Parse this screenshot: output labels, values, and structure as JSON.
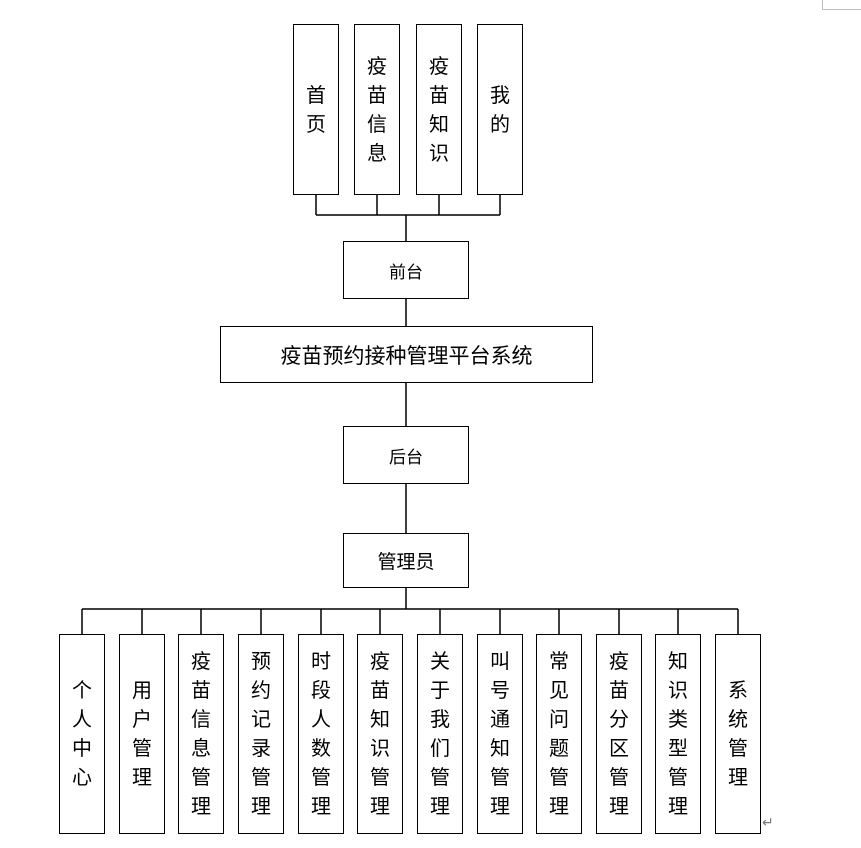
{
  "diagram": {
    "root": "疫苗预约接种管理平台系统",
    "frontend": {
      "label": "前台",
      "children": [
        "首页",
        "疫苗信息",
        "疫苗知识",
        "我的"
      ]
    },
    "backend": {
      "label": "后台",
      "admin": "管理员",
      "children": [
        "个人中心",
        "用户管理",
        "疫苗信息管理",
        "预约记录管理",
        "时段人数管理",
        "疫苗知识管理",
        "关于我们管理",
        "叫号通知管理",
        "常见问题管理",
        "疫苗分区管理",
        "知识类型管理",
        "系统管理"
      ]
    }
  },
  "page": {
    "paragraph_mark": "↵"
  }
}
